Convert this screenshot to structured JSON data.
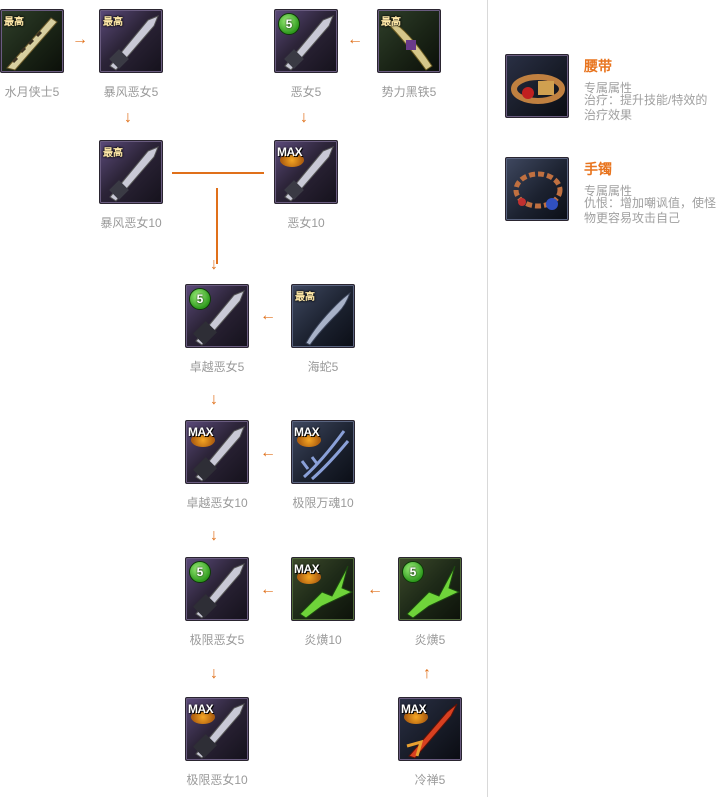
{
  "badges": {
    "best": "最高",
    "five": "5",
    "max": "MAX"
  },
  "nodes": {
    "shuiyue5": {
      "label": "水月侠士5"
    },
    "baofeng5": {
      "label": "暴风恶女5"
    },
    "enu5": {
      "label": "恶女5"
    },
    "shili5": {
      "label": "势力黑铁5"
    },
    "baofeng10": {
      "label": "暴风恶女10"
    },
    "enu10": {
      "label": "恶女10"
    },
    "zhuoyue5": {
      "label": "卓越恶女5"
    },
    "haishe5": {
      "label": "海蛇5"
    },
    "zhuoyue10": {
      "label": "卓越恶女10"
    },
    "jixianwanhun10": {
      "label": "极限万魂10"
    },
    "jixian5": {
      "label": "极限恶女5"
    },
    "yanyao10": {
      "label": "炎熿10"
    },
    "yanyao5": {
      "label": "炎熿5"
    },
    "jixian10": {
      "label": "极限恶女10"
    },
    "lengchan5": {
      "label": "冷禅5"
    }
  },
  "accessories": [
    {
      "name": "腰带",
      "subtitle": "专属属性",
      "desc": "治疗：提升技能/特效的治疗效果"
    },
    {
      "name": "手镯",
      "subtitle": "专属属性",
      "desc": "仇恨：增加嘲讽值，使怪物更容易攻击自己"
    }
  ],
  "colors": {
    "arrow": "#e0701a",
    "accessory_name": "#e8741e",
    "label": "#9a9a9a"
  }
}
